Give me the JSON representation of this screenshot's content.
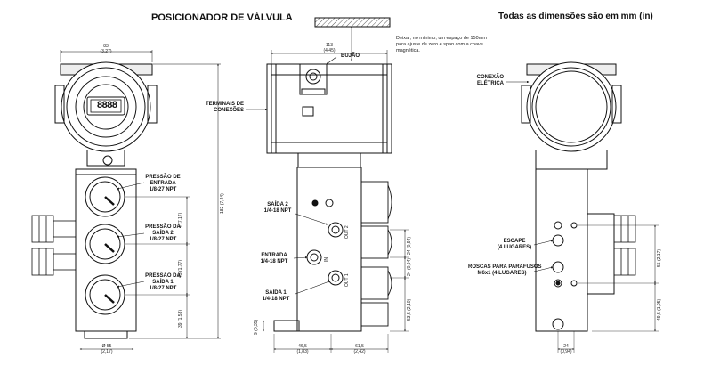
{
  "title": "POSICIONADOR DE VÁLVULA",
  "units_note": "Todas as dimensões são em mm (in)",
  "labels": {
    "clearance_note": [
      "Deixar, no mínimo, um espaço de 150mm",
      "para ajuste de zero e span com a chave",
      "magnética."
    ],
    "plug": "BUJÃO",
    "terminals": [
      "TERMINAIS DE",
      "CONEXÕES"
    ],
    "electrical": [
      "CONEXÃO",
      "ELÉTRICA"
    ],
    "inlet_pressure": [
      "PRESSÃO DE",
      "ENTRADA",
      "1/8-27 NPT"
    ],
    "out2_pressure": [
      "PRESSÃO DA",
      "SAÍDA 2",
      "1/8-27 NPT"
    ],
    "out1_pressure": [
      "PRESSÃO DA",
      "SAÍDA 1",
      "1/8-27 NPT"
    ],
    "saida2": [
      "SAÍDA 2",
      "1/4-18 NPT"
    ],
    "entrada": [
      "ENTRADA",
      "1/4-18 NPT"
    ],
    "saida1": [
      "SAÍDA 1",
      "1/4-18 NPT"
    ],
    "escape": [
      "ESCAPE",
      "(4 LUGARES)"
    ],
    "screws": [
      "ROSCAS PARA PARAFUSOS",
      "M6x1 (4 LUGARES)"
    ],
    "port_out2": "OUT 2",
    "port_in": "IN",
    "port_out1": "OUT 1"
  },
  "dimensions": {
    "d83": "83",
    "d83_in": "(3,27)",
    "d113": "113",
    "d113_in": "(4,45)",
    "d55": "Ø 55",
    "d55_in": "(2,17)",
    "d465": "46,5",
    "d465_in": "(1,83)",
    "d615": "61,5",
    "d615_in": "(2,42)",
    "d24b": "24",
    "d24b_in": "(0,94)",
    "d9": "9",
    "d9_in": "(0,35)",
    "v_total": "182",
    "v_total_in": "(7,24)",
    "v4": "4",
    "v4_in": "(7,17)",
    "v45": "45",
    "v45_in": "(1,77)",
    "v39": "39",
    "v39_in": "(1,53)",
    "v24a": "24",
    "v24a_in": "(0,94)",
    "v24b": "24",
    "v24b_in": "(0,94)",
    "v535": "53,5",
    "v535_in": "(2,10)",
    "v55": "55",
    "v55_in": "(2,17)",
    "v495": "49,5",
    "v495_in": "(1,95)"
  },
  "display_digits": "8888"
}
